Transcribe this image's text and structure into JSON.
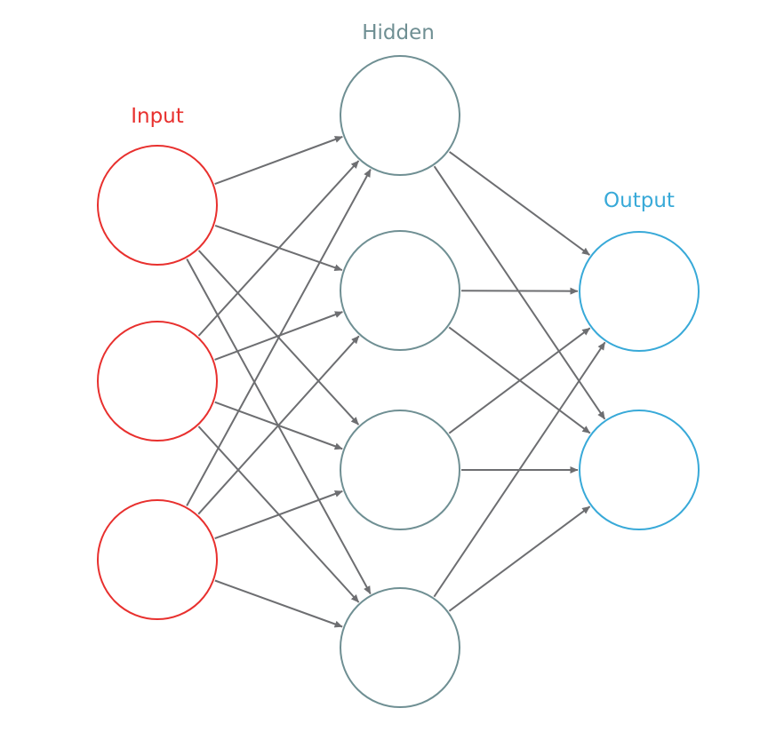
{
  "layers": [
    {
      "id": "input",
      "label": "Input",
      "color": "#e8302e",
      "nodes": 3
    },
    {
      "id": "hidden",
      "label": "Hidden",
      "color": "#6f8f93",
      "nodes": 4
    },
    {
      "id": "output",
      "label": "Output",
      "color": "#38a9d8",
      "nodes": 2
    }
  ],
  "edge_color": "#6d6e71",
  "connections": "fully-connected"
}
